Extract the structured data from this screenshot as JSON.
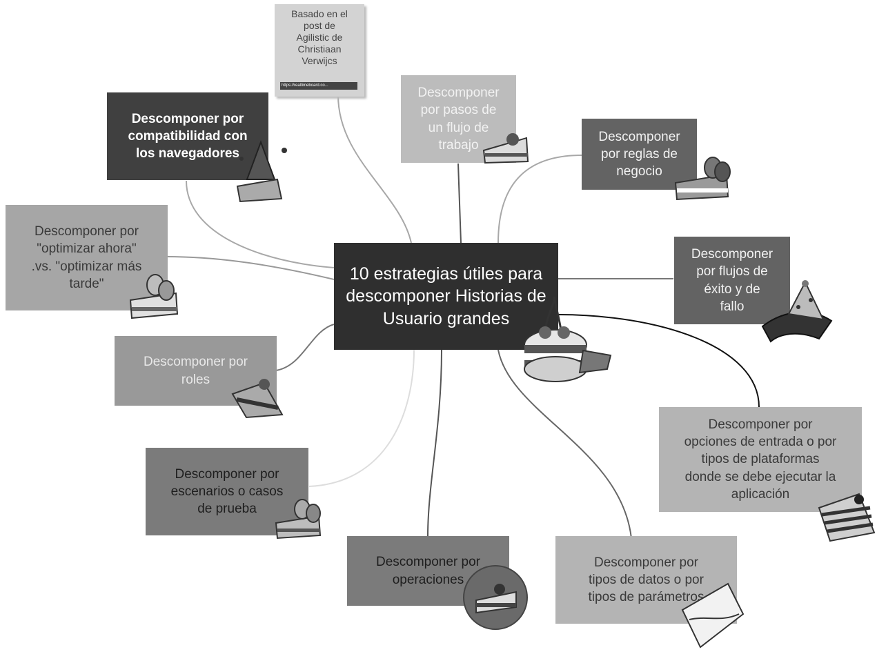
{
  "central": {
    "text": "10 estrategias útiles para\ndescomponer Historias de\nUsuario grandes"
  },
  "note": {
    "text": "Basado en el\npost de\nAgilistic de\nChristiaan\nVerwijcs",
    "link": "https://realtimeboard.co..."
  },
  "branches": [
    {
      "id": "navegadores",
      "text": "Descomponer por\ncompatibilidad con\nlos navegadores"
    },
    {
      "id": "pasos",
      "text": "Descomponer\npor pasos de\nun flujo de\ntrabajo"
    },
    {
      "id": "reglas",
      "text": "Descomponer\npor reglas de\nnegocio"
    },
    {
      "id": "optimizar",
      "text": "Descomponer por\n\"optimizar ahora\"\n.vs. \"optimizar más\ntarde\""
    },
    {
      "id": "flujos",
      "text": "Descomponer\npor flujos de\néxito y de\nfallo"
    },
    {
      "id": "roles",
      "text": "Descomponer por\nroles"
    },
    {
      "id": "entrada",
      "text": "Descomponer por\nopciones de entrada o por\ntipos de plataformas\ndonde se debe ejecutar la\naplicación"
    },
    {
      "id": "escenarios",
      "text": "Descomponer por\nescenarios o casos\nde prueba"
    },
    {
      "id": "operaciones",
      "text": "Descomponer por\noperaciones"
    },
    {
      "id": "tipos",
      "text": "Descomponer por\ntipos de datos o por\ntipos de parámetros"
    }
  ],
  "decorations": [
    "cake-icon",
    "cherry-cake-icon",
    "party-hat-icon",
    "balloons-icon",
    "cake-slice-icon"
  ],
  "colors": {
    "central_box": "#2f2f2f",
    "connector": "#aaaaaa",
    "connector_dark": "#111111"
  }
}
